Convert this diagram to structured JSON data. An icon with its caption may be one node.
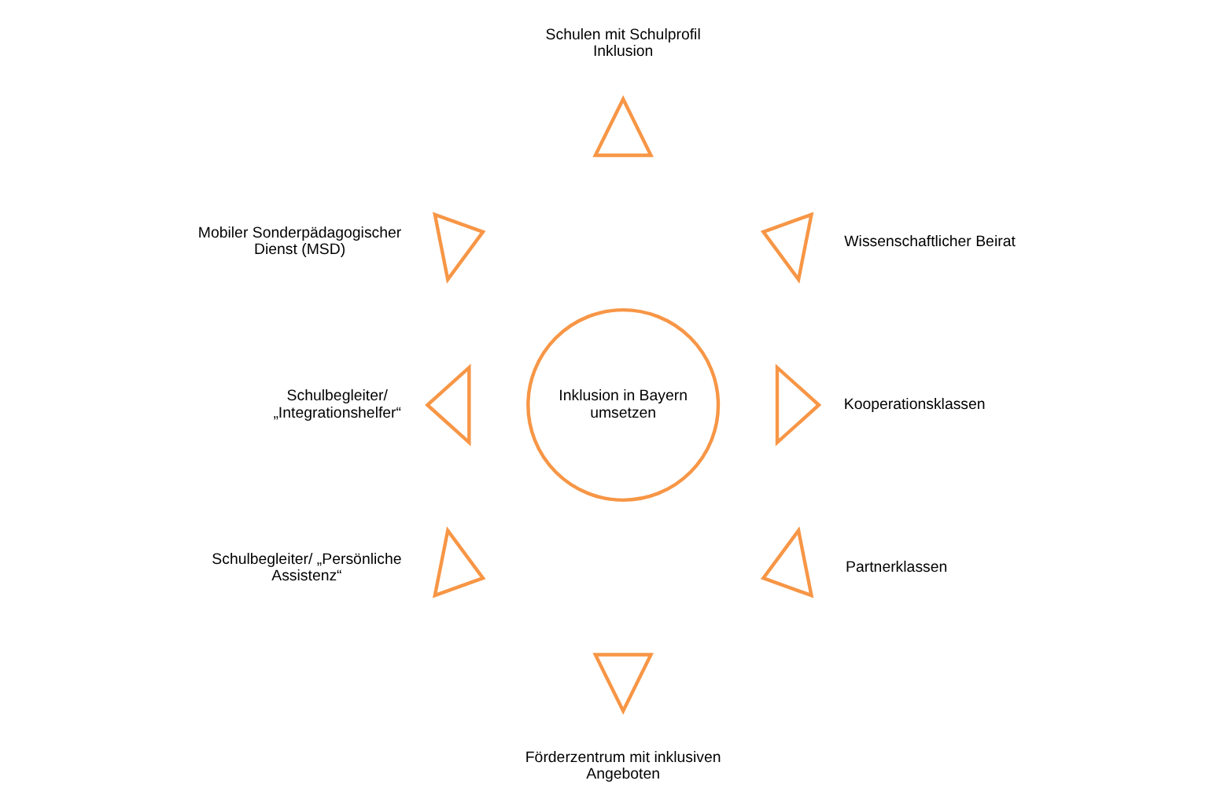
{
  "diagram": {
    "nodes": [
      {
        "text": [
          "Inklusion in Bayern umsetzen"
        ]
      },
      {
        "text": [],
        "shape": "triangle",
        "beside": [
          "Schulen mit Schulprofil Inklusion"
        ]
      },
      {
        "text": [],
        "shape": "triangle",
        "beside": [
          "Wissenschaftlicher Beirat"
        ]
      },
      {
        "text": [],
        "shape": "triangle",
        "beside": [
          "Kooperationsklassen"
        ]
      },
      {
        "text": [],
        "shape": "triangle",
        "beside": [
          "Partnerklassen"
        ]
      },
      {
        "text": [],
        "shape": "triangle",
        "beside": [
          "Förderzentrum mit inklusiven Angeboten"
        ]
      },
      {
        "text": [],
        "shape": "triangle",
        "beside": [
          "Schulbegleiter/ „Persönliche Assistenz“"
        ]
      },
      {
        "text": [],
        "shape": "triangle",
        "beside": [
          "Schulbegleiter/ „Integrationshelfer“"
        ]
      },
      {
        "text": [],
        "shape": "triangle",
        "beside": [
          "Mobiler Sonderpädagogischer Dienst (MSD)"
        ]
      }
    ]
  }
}
